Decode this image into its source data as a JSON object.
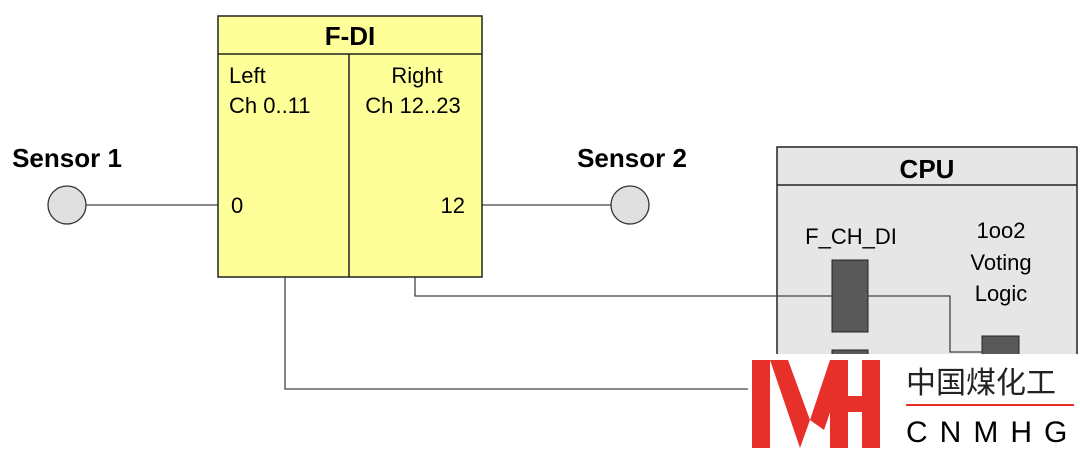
{
  "module": {
    "title": "F-DI",
    "left": {
      "label": "Left",
      "range": "Ch 0..11",
      "channel": "0"
    },
    "right": {
      "label": "Right",
      "range": "Ch 12..23",
      "channel": "12"
    }
  },
  "sensors": [
    {
      "label": "Sensor 1"
    },
    {
      "label": "Sensor 2"
    }
  ],
  "cpu": {
    "title": "CPU",
    "block_label": "F_CH_DI",
    "voting_lines": [
      "1oo2",
      "Voting",
      "Logic"
    ]
  },
  "watermark": {
    "chinese": "中国煤化工",
    "latin": "CNMHG"
  },
  "colors": {
    "module_fill": "#ffff99",
    "cpu_fill": "#e6e6e6",
    "block_fill": "#595959",
    "sensor_fill": "#e0e0e0",
    "watermark_red": "#e8302a"
  }
}
